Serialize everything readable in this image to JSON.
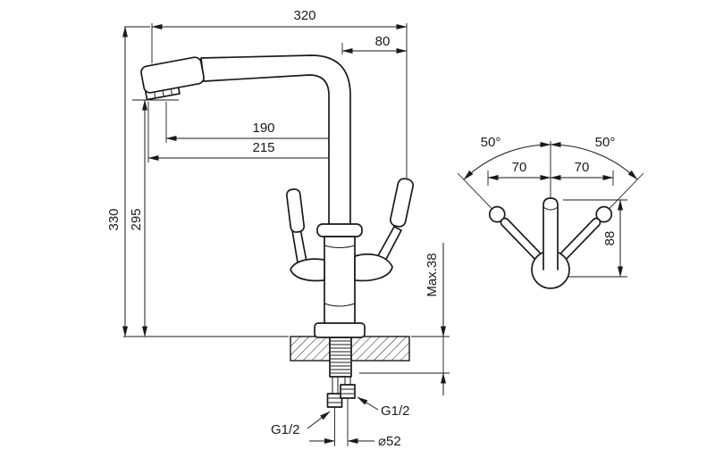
{
  "colors": {
    "line": "#1a1a1a",
    "background": "#ffffff"
  },
  "side_view": {
    "total_width": "320",
    "spout_offset": "80",
    "reach_aerator": "190",
    "reach_tip": "215",
    "total_height": "330",
    "spout_height": "295",
    "max_counter_thickness": "Max.38",
    "thread_left": "G1/2",
    "thread_right": "G1/2",
    "base_diameter": "⌀52"
  },
  "top_view": {
    "swing_angle_left": "50°",
    "swing_angle_right": "50°",
    "handle_offset_left": "70",
    "handle_offset_right": "70",
    "handle_length": "88"
  }
}
